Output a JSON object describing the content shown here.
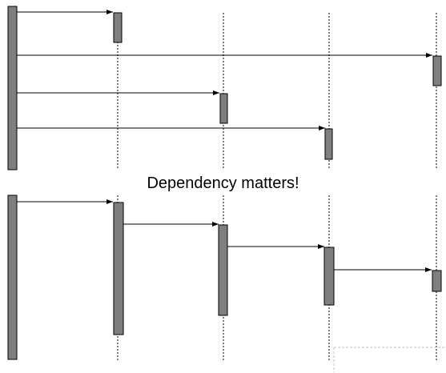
{
  "caption": "Dependency matters!",
  "colors": {
    "activation_fill": "#7f7f7f",
    "activation_stroke": "#000000",
    "lifeline": "#000000",
    "arrow": "#000000",
    "frame": "#c0c0c0"
  },
  "diagrams": [
    {
      "id": "top",
      "pattern": "one caller sends independent calls to each of four lifelines",
      "lifelines": 5,
      "messages": [
        {
          "from": 0,
          "to": 1
        },
        {
          "from": 0,
          "to": 4
        },
        {
          "from": 0,
          "to": 2
        },
        {
          "from": 0,
          "to": 3
        }
      ]
    },
    {
      "id": "bottom",
      "pattern": "chained calls, each lifeline calls the next",
      "lifelines": 5,
      "messages": [
        {
          "from": 0,
          "to": 1
        },
        {
          "from": 1,
          "to": 2
        },
        {
          "from": 2,
          "to": 3
        },
        {
          "from": 3,
          "to": 4
        }
      ]
    }
  ]
}
